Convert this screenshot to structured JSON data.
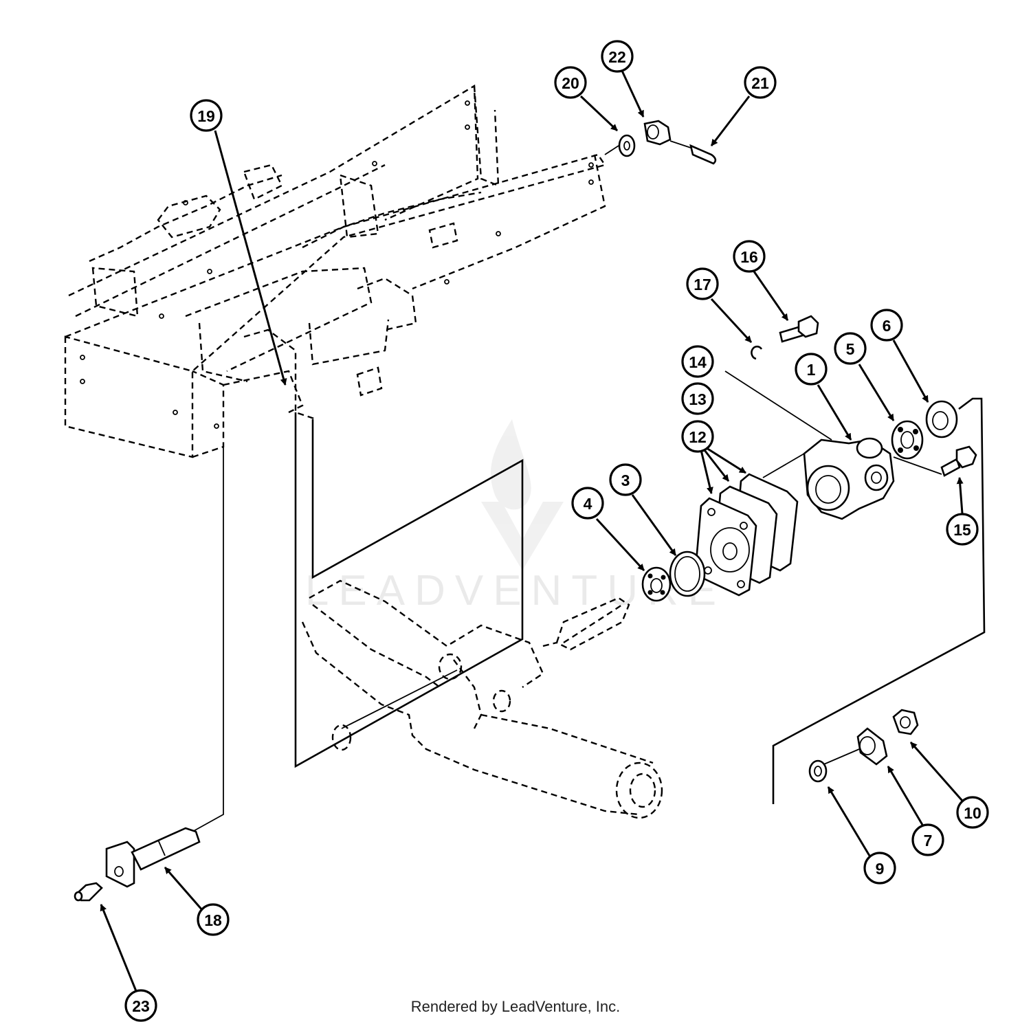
{
  "callouts": [
    "19",
    "20",
    "22",
    "21",
    "16",
    "17",
    "14",
    "13",
    "12",
    "1",
    "5",
    "6",
    "15",
    "3",
    "4",
    "10",
    "7",
    "9",
    "18",
    "23"
  ],
  "watermark": "LEADVENTURE",
  "footer": "Rendered by LeadVenture, Inc.",
  "colors": {
    "ink": "#000000",
    "background": "#ffffff",
    "watermark": "#e6e6e6"
  }
}
